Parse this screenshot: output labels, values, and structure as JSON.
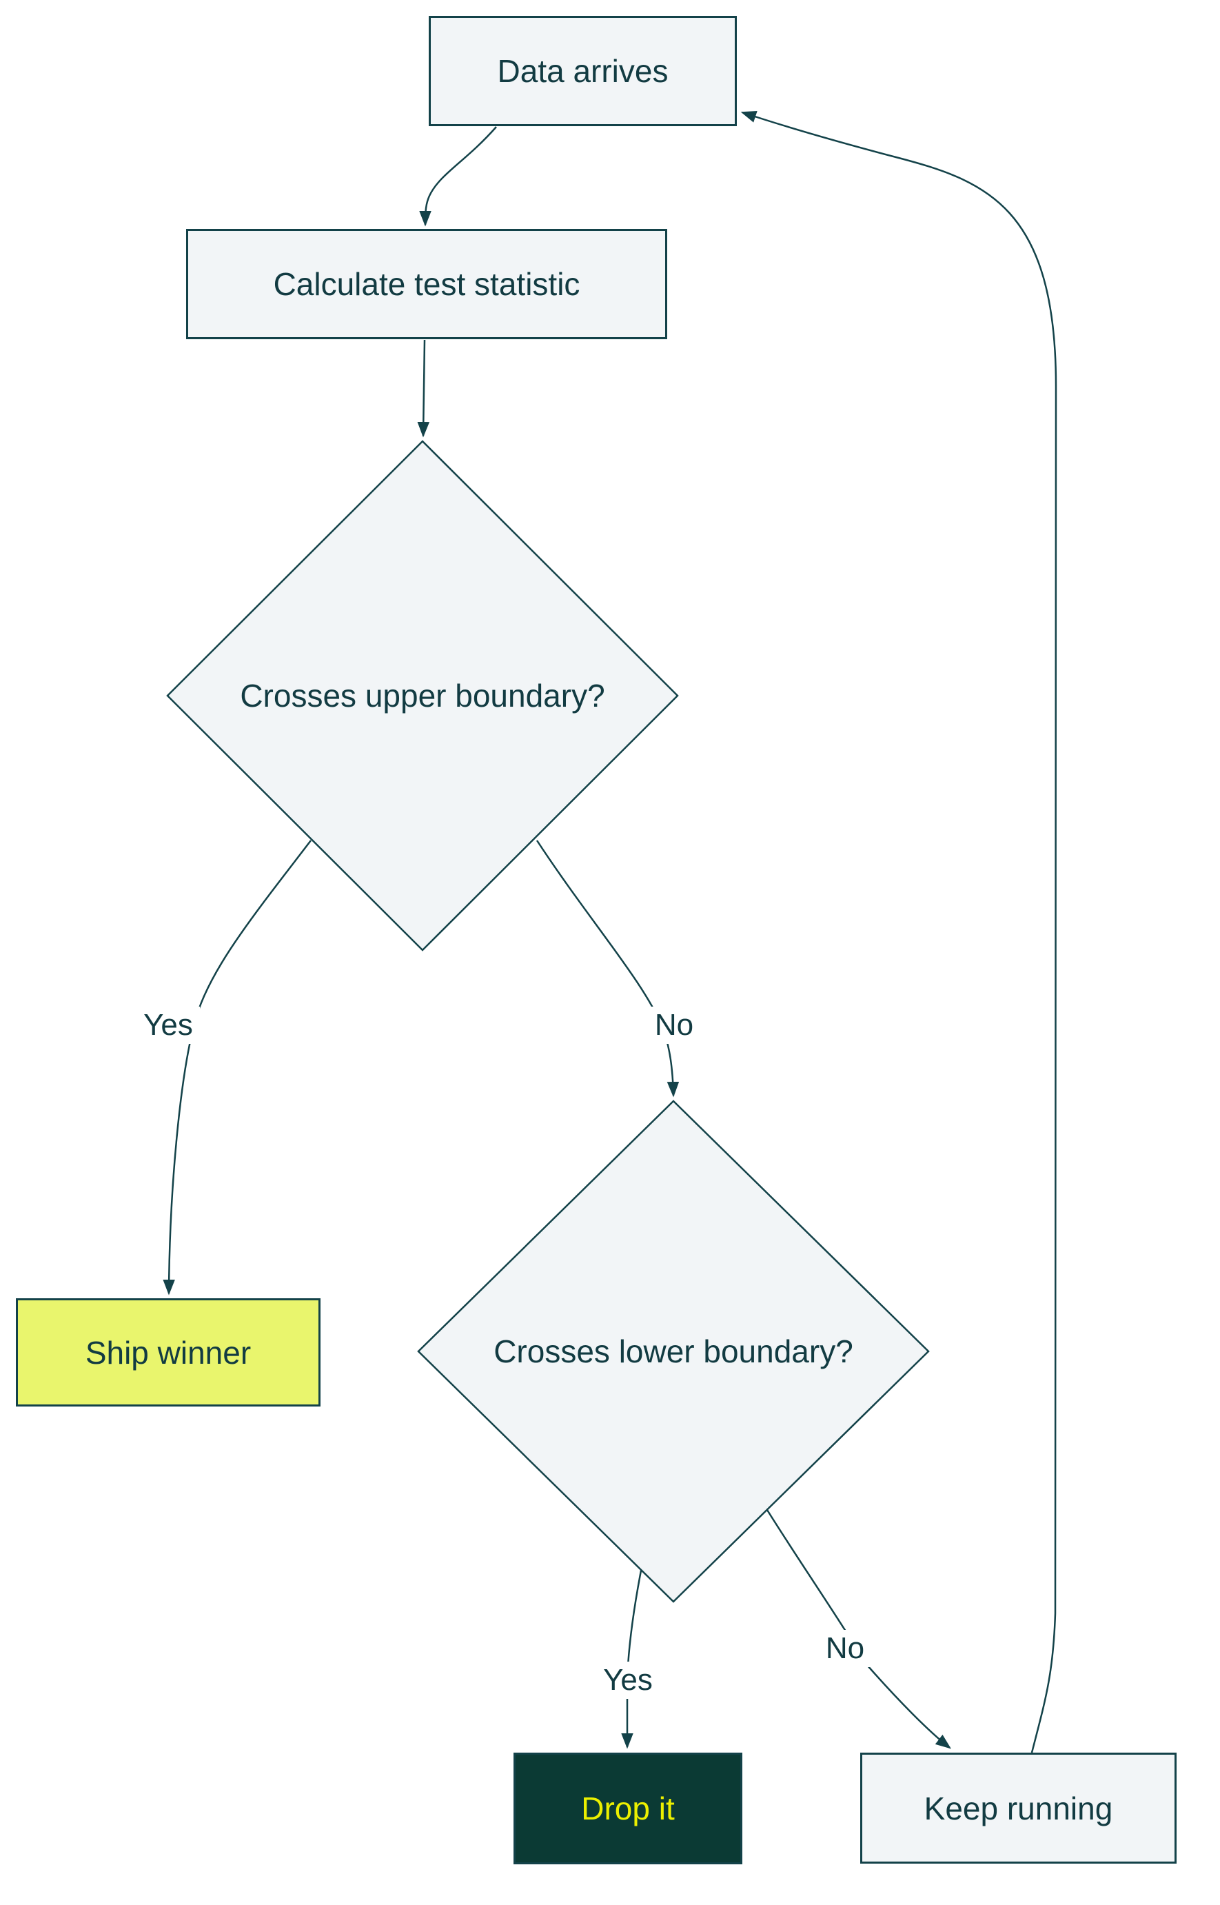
{
  "flowchart": {
    "nodes": {
      "data_arrives": "Data arrives",
      "calculate": "Calculate test statistic",
      "upper_decision": "Crosses upper boundary?",
      "lower_decision": "Crosses lower boundary?",
      "ship_winner": "Ship winner",
      "drop_it": "Drop it",
      "keep_running": "Keep running"
    },
    "edge_labels": {
      "upper_yes": "Yes",
      "upper_no": "No",
      "lower_yes": "Yes",
      "lower_no": "No"
    },
    "colors": {
      "background": "#ffffff",
      "node_fill": "#f2f5f7",
      "node_border": "#134249",
      "text": "#123b42",
      "edge_line": "#134249",
      "ship_winner_fill": "#e9f56d",
      "drop_it_fill": "#0b3a34",
      "drop_it_text": "#ecf000"
    }
  }
}
